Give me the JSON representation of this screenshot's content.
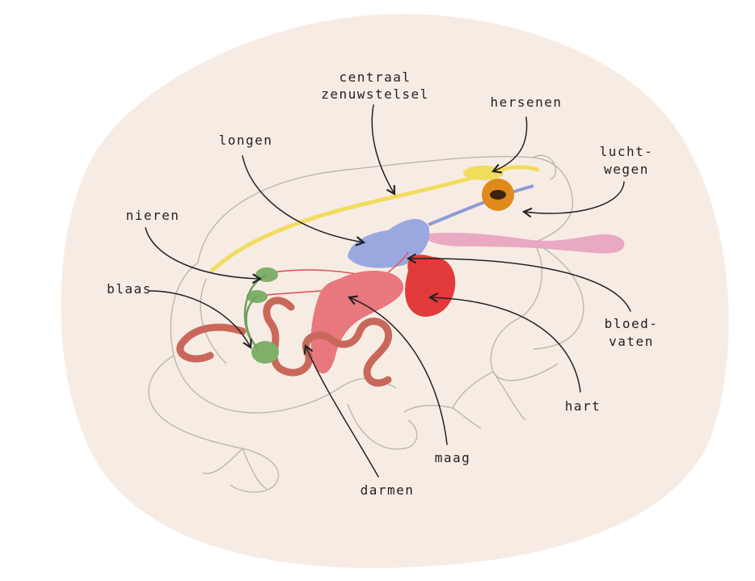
{
  "diagram": {
    "colors": {
      "background_blob": "#f7ece4",
      "body_outline": "#b9b8ad",
      "nerve": "#f2dc5e",
      "lungs": "#9aa8e0",
      "heart": "#e23a3a",
      "stomach": "#e8787e",
      "intestines": "#c9685a",
      "kidneys_bladder": "#7fb06a",
      "airway": "#e9a9c2",
      "eye": "#e08a1c"
    },
    "labels": {
      "centraal_line1": "centraal",
      "centraal_line2": "zenuwstelsel",
      "hersenen": "hersenen",
      "longen": "longen",
      "lucht_line1": "lucht-",
      "lucht_line2": "wegen",
      "nieren": "nieren",
      "blaas": "blaas",
      "bloed_line1": "bloed-",
      "bloed_line2": "vaten",
      "hart": "hart",
      "maag": "maag",
      "darmen": "darmen"
    }
  }
}
